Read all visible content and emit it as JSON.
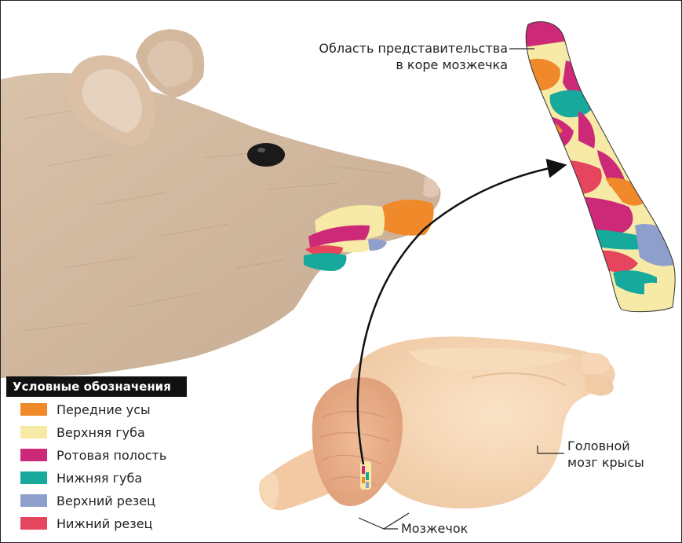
{
  "labels": {
    "cortex_area_line1": "Область представительства",
    "cortex_area_line2": "в коре мозжечка",
    "brain_line1": "Головной",
    "brain_line2": "мозг крысы",
    "cerebellum": "Мозжечок"
  },
  "legend": {
    "title": "Условные обозначения",
    "items": [
      {
        "label": "Передние усы",
        "color": "#f0892a"
      },
      {
        "label": "Верхняя губа",
        "color": "#f6eaa6"
      },
      {
        "label": "Ротовая полость",
        "color": "#cc2a78"
      },
      {
        "label": "Нижняя губа",
        "color": "#17a99c"
      },
      {
        "label": "Верхний резец",
        "color": "#8f9fcb"
      },
      {
        "label": "Нижний резец",
        "color": "#e6455e"
      }
    ]
  }
}
